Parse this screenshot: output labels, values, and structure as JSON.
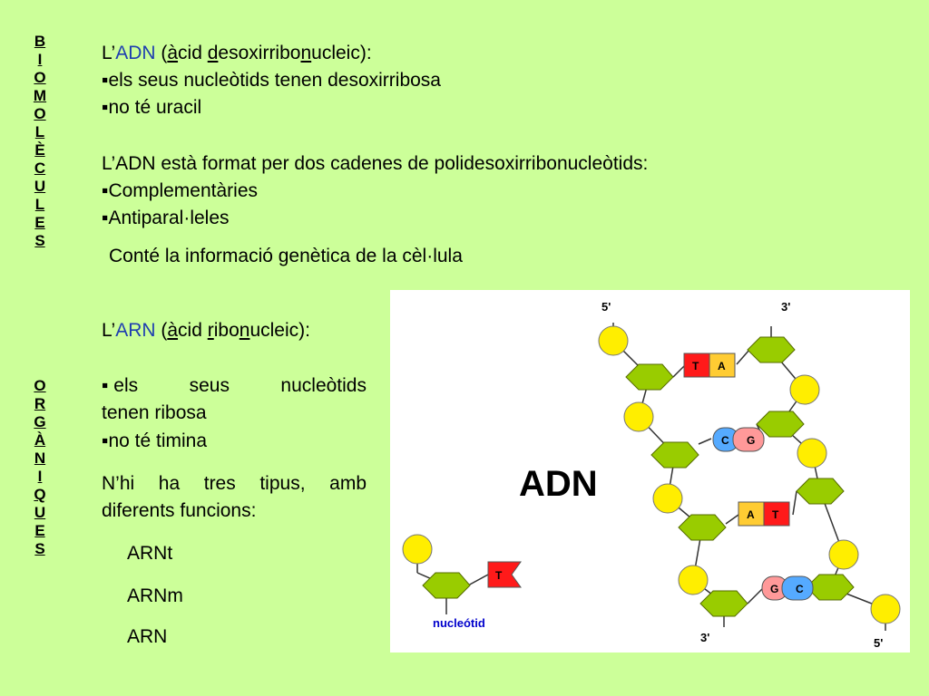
{
  "side_heading": {
    "biomolecules": [
      "B",
      "I",
      "O",
      "M",
      "O",
      "L",
      "È",
      "C",
      "U",
      "L",
      "E",
      "S"
    ],
    "organiques": [
      "O",
      "R",
      "G",
      "À",
      "N",
      "I",
      "Q",
      "U",
      "E",
      "S"
    ]
  },
  "adn_block": {
    "prefix": "L’",
    "acronym": "ADN",
    "open_paren": " (",
    "acid_a": "à",
    "acid_rest": "cid ",
    "d_letter": "d",
    "desoxi": "esoxirribo",
    "n_letter": "n",
    "ucleic": "ucleic):",
    "bullet1": "▪els seus nucleòtids tenen desoxirribosa",
    "bullet2": "▪no té uracil",
    "formed": "L’ADN està format per dos cadenes de polidesoxirribonucleòtids:",
    "bullet3": "▪Complementàries",
    "bullet4": "▪Antiparal·leles",
    "info": "Conté la informació genètica de la cèl·lula"
  },
  "arn_block": {
    "prefix": "L’",
    "acronym": "ARN",
    "open_paren": " (",
    "acid_a": "à",
    "acid_rest": "cid ",
    "r_letter": "r",
    "ibo": "ibo",
    "n_letter": "n",
    "ucleic": "ucleic):",
    "b1_w1": "▪ els",
    "b1_w2": "seus",
    "b1_w3": "nucleòtids",
    "b1_line2": "tenen ribosa",
    "b2": "▪no té timina",
    "types_w1": "N’hi",
    "types_w2": "ha",
    "types_w3": "tres",
    "types_w4": "tipus,",
    "types_w5": "amb",
    "types_line2": "diferents funcions:",
    "arnt": "ARNt",
    "arnm": "ARNm",
    "arn": "ARN"
  },
  "diagram": {
    "title": "ADN",
    "label_5top": "5'",
    "label_3top": "3'",
    "label_3bottom": "3'",
    "label_5bottom": "5'",
    "nucleotide_label": "nucleótid",
    "pairs": [
      {
        "left": "T",
        "right": "A"
      },
      {
        "left": "C",
        "right": "G"
      },
      {
        "left": "A",
        "right": "T"
      },
      {
        "left": "G",
        "right": "C"
      }
    ],
    "single_base": "T",
    "colors": {
      "phosphate": "#ffee00",
      "sugar": "#99cc00",
      "T": "#ff1a1a",
      "A": "#ffcc33",
      "C": "#55aaff",
      "G": "#ff9999",
      "nucleotide_label": "#0000cc"
    }
  }
}
